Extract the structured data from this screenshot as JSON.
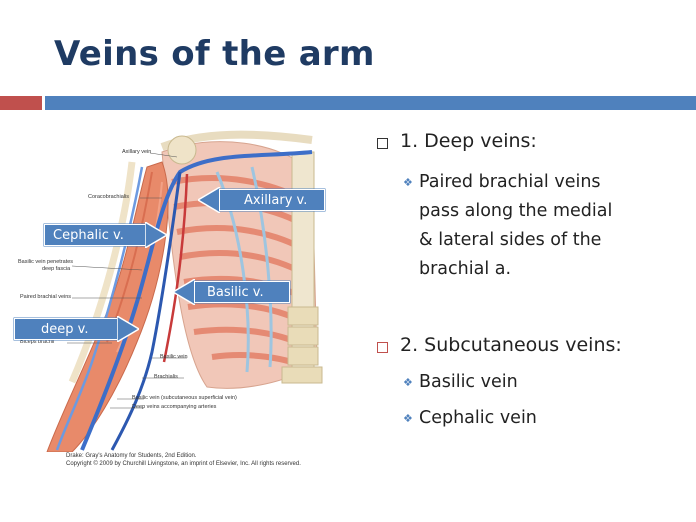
{
  "slide": {
    "title": "Veins of the arm"
  },
  "figure": {
    "labels": {
      "axillary_vein": "Axillary vein",
      "coracobrachialis": "Coracobrachialis",
      "basilic_penetrates": "Basilic vein penetrates",
      "deep_fascia": "deep fascia",
      "paired_brachial": "Paired brachial veins",
      "biceps_brachii": "Biceps brachii",
      "basilic_vein": "Basilic vein",
      "brachialis": "Brachialis",
      "basilic_subcutaneous": "Basilic vein (subcutaneous superficial vein)",
      "deep_veins_accompanying": "Deep veins accompanying arteries"
    },
    "arrows": {
      "axillary": "Axillary v.",
      "cephalic": "Cephalic v.",
      "basilic": "Basilic v.",
      "deep": "deep  v."
    },
    "caption_line1": "Drake: Gray's Anatomy for Students, 2nd Edition.",
    "caption_line2": "Copyright © 2009 by Churchill Livingstone, an imprint of Elsevier, Inc. All rights reserved."
  },
  "content": {
    "deep_heading": "1. Deep veins:",
    "deep_lines": [
      "Paired brachial veins",
      "pass along the medial",
      "& lateral sides of the",
      "brachial a."
    ],
    "subcutaneous_heading": "2. Subcutaneous veins:",
    "subcutaneous_items": [
      "Basilic vein",
      "Cephalic vein"
    ]
  },
  "colors": {
    "title": "#1f3b63",
    "accent_red": "#c0504d",
    "accent_blue": "#4f81bd"
  }
}
